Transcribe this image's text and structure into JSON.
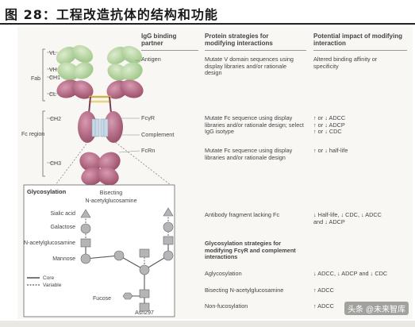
{
  "page": {
    "title": "图 28：工程改造抗体的结构和功能"
  },
  "columns": {
    "partner": "IgG binding partner",
    "protein_strategy": "Protein strategies for modifying interactions",
    "impact": "Potential impact of modifying interaction"
  },
  "antibody_labels": {
    "vl": "VL",
    "vh": "VH",
    "ch1": "CH1",
    "cl": "CL",
    "ch2": "CH2",
    "ch3": "CH3",
    "fab": "Fab",
    "fc_region": "Fc region"
  },
  "rows": [
    {
      "partner": "Antigen",
      "strategy": "Mutate V domain sequences using display libraries and/or rationale design",
      "impact": "Altered binding affinity or specificity"
    },
    {
      "partner": "FcγR",
      "strategy": "Mutate Fc sequence using display libraries and/or rationale design; select IgG isotype",
      "impact": "↑ or ↓ ADCC\n↑ or ↓ ADCP\n↑ or ↓ CDC"
    },
    {
      "partner": "Complement",
      "strategy": "",
      "impact": ""
    },
    {
      "partner": "FcRn",
      "strategy": "Mutate Fc sequence using display libraries and/or rationale design",
      "impact": "↑ or ↓ half-life"
    }
  ],
  "fragment_row": {
    "strategy": "Antibody fragment lacking Fc",
    "impact": "↓ Half-life, ↓ CDC, ↓ ADCC and ↓ ADCP"
  },
  "glyco_header": "Glycosylation strategies for modifying FcγR and complement interactions",
  "glyco_rows": [
    {
      "strategy": "Aglycosylation",
      "impact": "↓ ADCC, ↓ ADCP and ↓ CDC"
    },
    {
      "strategy": "Bisecting N-acetylglucosamine",
      "impact": "↑ ADCC"
    },
    {
      "strategy": "Non-fucosylation",
      "impact": "↑ ADCC"
    }
  ],
  "glycosylation_panel": {
    "title": "Glycosylation",
    "bisecting": "Bisecting N-acetylglucosamine",
    "sialic_acid": "Sialic acid",
    "galactose": "Galactose",
    "glcnac": "N-acetylglucosamine",
    "mannose": "Mannose",
    "fucose": "Fucose",
    "asn": "Asn297",
    "legend_core": "Core",
    "legend_variable": "Variable"
  },
  "watermark": "头条 @未来智库",
  "colors": {
    "variable_domain": "#b9d7a4",
    "constant_domain": "#b86e86",
    "hinge": "#e7d27e",
    "sugar_shape": "#b5b5b5",
    "panel_bg": "#ffffff",
    "figure_bg": "#f8f7f3"
  }
}
